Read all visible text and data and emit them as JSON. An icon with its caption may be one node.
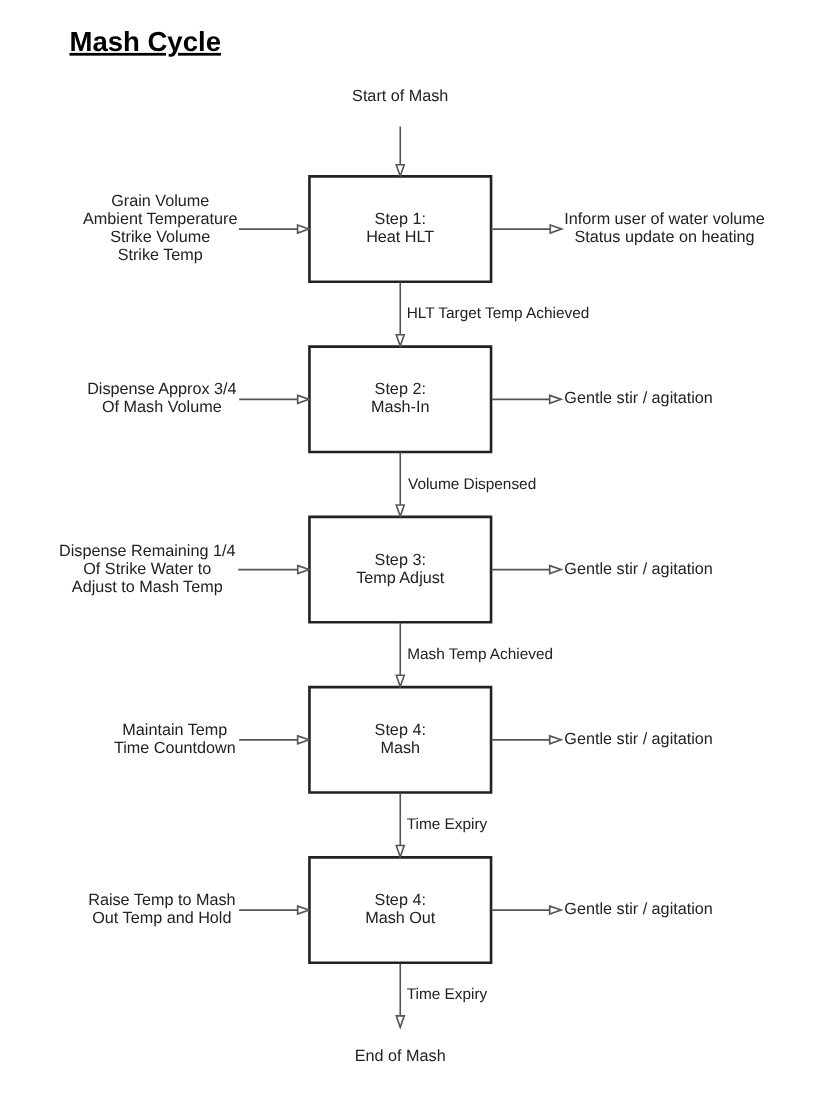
{
  "diagram": {
    "title": "Mash Cycle",
    "nodes": [
      {
        "text": [
          "Start of Mash"
        ]
      },
      {
        "text": [
          "Grain Volume",
          "Ambient Temperature",
          "Strike Volume",
          "Strike Temp"
        ]
      },
      {
        "text": [
          "Step 1:",
          "Heat HLT"
        ]
      },
      {
        "text": [
          "Inform user of water volume",
          "Status update on heating"
        ]
      },
      {
        "text": [
          "Dispense Approx 3/4 Of Mash Volume"
        ]
      },
      {
        "text": [
          "Step 2:",
          "Mash-In"
        ]
      },
      {
        "text": [
          "Gentle stir / agitation"
        ]
      },
      {
        "text": [
          "Dispense Remaining 1/4 Of Strike Water to Adjust to Mash Temp"
        ]
      },
      {
        "text": [
          "Step 3:",
          "Temp Adjust"
        ]
      },
      {
        "text": [
          "Gentle stir / agitation"
        ]
      },
      {
        "text": [
          "Maintain Temp",
          "Time Countdown"
        ]
      },
      {
        "text": [
          "Step 4:",
          "Mash"
        ]
      },
      {
        "text": [
          "Gentle stir / agitation"
        ]
      },
      {
        "text": [
          "Raise Temp to Mash Out Temp and Hold"
        ]
      },
      {
        "text": [
          "Step 4:",
          "Mash Out"
        ]
      },
      {
        "text": [
          "Gentle stir / agitation"
        ]
      },
      {
        "text": [
          "End of Mash"
        ]
      }
    ],
    "edges": [
      {
        "from": 0,
        "to": 2,
        "arrow": "to"
      },
      {
        "from": 1,
        "to": 2,
        "arrow": "to"
      },
      {
        "from": 2,
        "to": 3,
        "arrow": "to"
      },
      {
        "from": 2,
        "to": 5,
        "arrow": "to",
        "label": "HLT Target Temp Achieved"
      },
      {
        "from": 4,
        "to": 5,
        "arrow": "to"
      },
      {
        "from": 5,
        "to": 6,
        "arrow": "to"
      },
      {
        "from": 5,
        "to": 8,
        "arrow": "to",
        "label": "Volume Dispensed"
      },
      {
        "from": 7,
        "to": 8,
        "arrow": "to"
      },
      {
        "from": 8,
        "to": 9,
        "arrow": "to"
      },
      {
        "from": 8,
        "to": 11,
        "arrow": "to",
        "label": "Mash Temp Achieved"
      },
      {
        "from": 10,
        "to": 11,
        "arrow": "to"
      },
      {
        "from": 11,
        "to": 12,
        "arrow": "to"
      },
      {
        "from": 11,
        "to": 14,
        "arrow": "to",
        "label": "Time Expiry"
      },
      {
        "from": 13,
        "to": 14,
        "arrow": "to"
      },
      {
        "from": 14,
        "to": 15,
        "arrow": "to"
      },
      {
        "from": 14,
        "to": 16,
        "arrow": "to",
        "label": "Time Expiry"
      }
    ]
  }
}
